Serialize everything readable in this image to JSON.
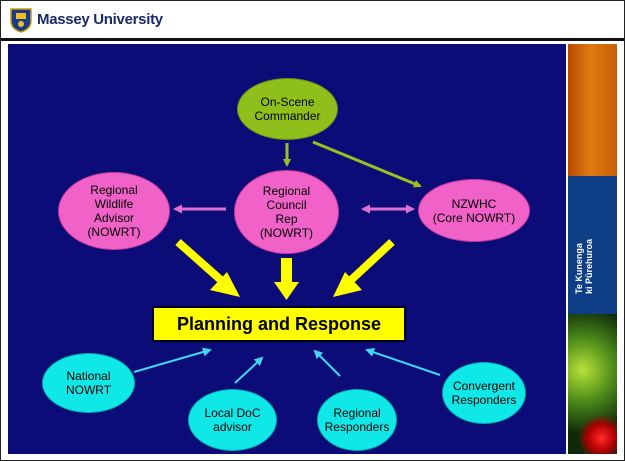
{
  "header": {
    "brand": "Massey University"
  },
  "sidebar": {
    "text": "Te Kunenga\nki Pūrehuroa"
  },
  "nodes": {
    "on_scene": "On-Scene\nCommander",
    "regional_wildlife": "Regional\nWildlife\nAdvisor\n(NOWRT)",
    "regional_council": "Regional\nCouncil\nRep\n(NOWRT)",
    "nzwhc": "NZWHC\n(Core NOWRT)",
    "national": "National\nNOWRT",
    "local_doc": "Local DoC\nadvisor",
    "regional_responders": "Regional\nResponders",
    "convergent": "Convergent\nResponders"
  },
  "center_box": "Planning and Response",
  "colors": {
    "background": "#0c0c78",
    "green_node": "#8fbf1a",
    "pink_node": "#f062c8",
    "cyan_node": "#10e8e8",
    "yellow": "#ffff00"
  }
}
